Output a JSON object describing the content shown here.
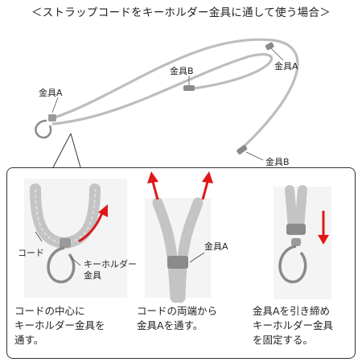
{
  "title": "＜ストラップコードをキーホルダー金具に通して使う場合＞",
  "overview": {
    "label_a_left": "金具A",
    "label_b_top": "金具B",
    "label_a_right": "金具A",
    "label_b_bottom": "金具B"
  },
  "steps": [
    {
      "labels": {
        "cord": "コード",
        "keyholder_line1": "キーホルダー",
        "keyholder_line2": "金具"
      },
      "caption": [
        "コードの中心に",
        "キーホルダー金具を",
        "通す。"
      ]
    },
    {
      "labels": {
        "fitting": "金具A"
      },
      "caption": [
        "コードの両端から",
        "金具Aを通す。"
      ]
    },
    {
      "labels": {},
      "caption": [
        "金具Aを引き締め",
        "キーホルダー金具",
        "を固定する。"
      ]
    }
  ],
  "colors": {
    "cord": "#bdbdbd",
    "metal": "#8a8a8a",
    "arrow": "#e01818",
    "frame": "#333333"
  }
}
